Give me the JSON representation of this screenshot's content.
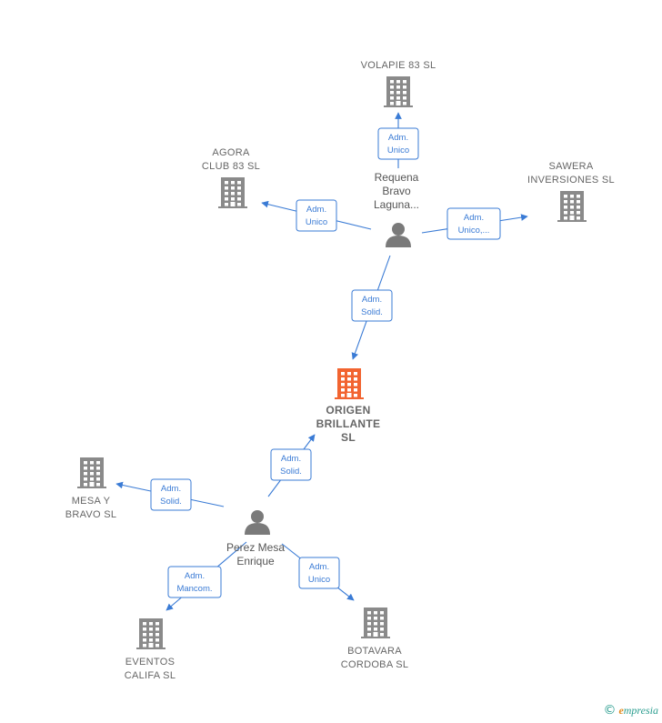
{
  "colors": {
    "company": "#8a8a8a",
    "center": "#f26430",
    "person": "#7a7a7a",
    "edge": "#3a7bd5"
  },
  "nodes": [
    {
      "id": "volapie",
      "type": "company",
      "lines": [
        "VOLAPIE 83  SL"
      ]
    },
    {
      "id": "agora",
      "type": "company",
      "lines": [
        "AGORA",
        "CLUB 83  SL"
      ]
    },
    {
      "id": "sawera",
      "type": "company",
      "lines": [
        "SAWERA",
        "INVERSIONES SL"
      ]
    },
    {
      "id": "requena",
      "type": "person",
      "lines": [
        "Requena",
        "Bravo",
        "Laguna..."
      ]
    },
    {
      "id": "origen",
      "type": "center",
      "lines": [
        "ORIGEN",
        "BRILLANTE",
        "SL"
      ]
    },
    {
      "id": "mesa",
      "type": "company",
      "lines": [
        "MESA Y",
        "BRAVO  SL"
      ]
    },
    {
      "id": "perez",
      "type": "person",
      "lines": [
        "Perez Mesa",
        "Enrique"
      ]
    },
    {
      "id": "eventos",
      "type": "company",
      "lines": [
        "EVENTOS",
        "CALIFA  SL"
      ]
    },
    {
      "id": "botavara",
      "type": "company",
      "lines": [
        "BOTAVARA",
        "CORDOBA  SL"
      ]
    }
  ],
  "edges": [
    {
      "from": "requena",
      "to": "volapie",
      "label": [
        "Adm.",
        "Unico"
      ]
    },
    {
      "from": "requena",
      "to": "agora",
      "label": [
        "Adm.",
        "Unico"
      ]
    },
    {
      "from": "requena",
      "to": "sawera",
      "label": [
        "Adm.",
        "Unico,..."
      ]
    },
    {
      "from": "requena",
      "to": "origen",
      "label": [
        "Adm.",
        "Solid."
      ]
    },
    {
      "from": "perez",
      "to": "origen",
      "label": [
        "Adm.",
        "Solid."
      ]
    },
    {
      "from": "perez",
      "to": "mesa",
      "label": [
        "Adm.",
        "Solid."
      ]
    },
    {
      "from": "perez",
      "to": "eventos",
      "label": [
        "Adm.",
        "Mancom."
      ]
    },
    {
      "from": "perez",
      "to": "botavara",
      "label": [
        "Adm.",
        "Unico"
      ]
    }
  ],
  "watermark": {
    "symbol": "©",
    "brand_initial": "e",
    "brand_rest": "mpresia"
  }
}
